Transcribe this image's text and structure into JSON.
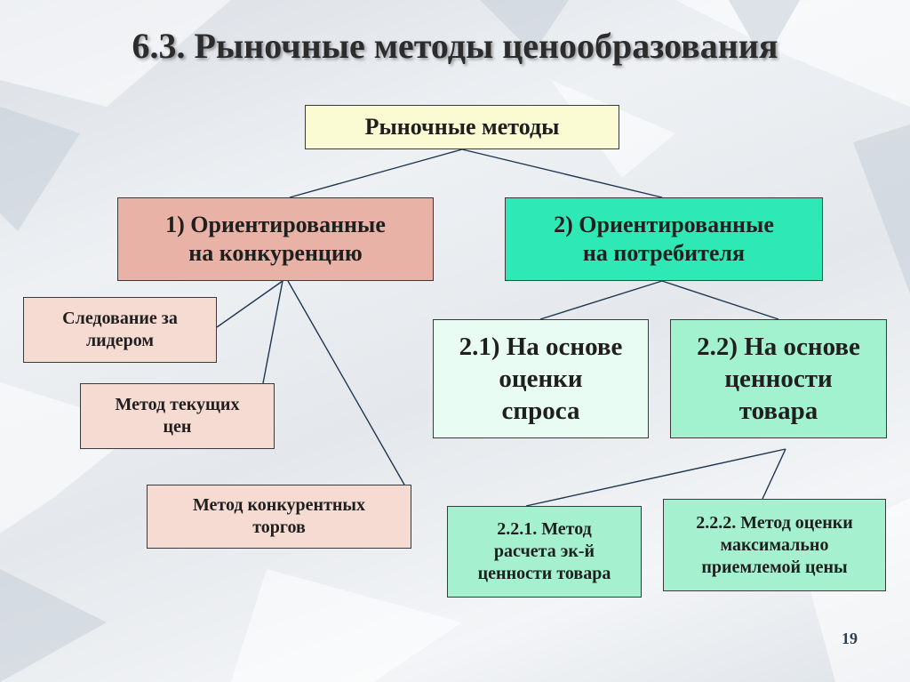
{
  "slide": {
    "title": "6.3. Рыночные методы ценообразования",
    "page_number": "19"
  },
  "diagram": {
    "root": "Рыночные методы",
    "competition": {
      "label": "1) Ориентированные\nна конкуренцию",
      "methods": [
        "Следование за\nлидером",
        "Метод текущих\nцен",
        "Метод конкурентных\nторгов"
      ]
    },
    "consumer": {
      "label": "2) Ориентированные\nна потребителя",
      "demand": "2.1) На основе\nоценки\nспроса",
      "value": {
        "label": "2.2) На основе\nценности\nтовара",
        "methods": [
          "2.2.1. Метод\nрасчета эк-й\nценности товара",
          "2.2.2. Метод оценки\nмаксимально\nприемлемой цены"
        ]
      }
    }
  },
  "colors": {
    "root_fill": "#fbfbd3",
    "competition_fill": "#e8b3a6",
    "competition_leaf_fill": "#f6dbd3",
    "consumer_fill": "#2ee8b5",
    "demand_fill": "#e8fcf3",
    "value_fill": "#a2f2cf",
    "value_leaf_fill": "#a4f0cf",
    "connector": "#1f3550"
  }
}
